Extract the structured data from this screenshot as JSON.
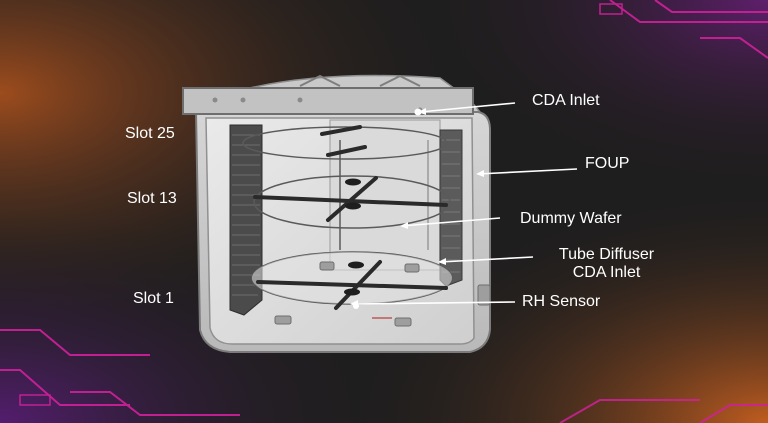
{
  "labels": {
    "slot_25": "Slot 25",
    "slot_13": "Slot 13",
    "slot_1": "Slot 1",
    "cda_inlet": "CDA Inlet",
    "foup": "FOUP",
    "dummy_wafer": "Dummy Wafer",
    "tube_diffuser_line1": "Tube Diffuser",
    "tube_diffuser_line2": "CDA Inlet",
    "rh_sensor": "RH Sensor"
  },
  "colors": {
    "background": "#1f1e1e",
    "accent_orange": "#c9601f",
    "accent_magenta": "#c0208f",
    "accent_purple": "#3a1752",
    "label_text": "#ffffff"
  }
}
